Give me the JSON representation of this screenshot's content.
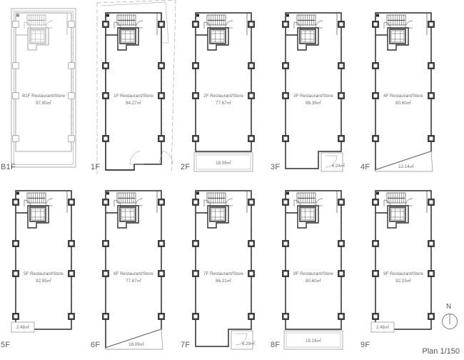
{
  "sheet": {
    "scale_label": "Plan 1/150",
    "north_label": "N",
    "unit": "㎡",
    "usage": "Restaurant/Store",
    "ink": "#8c8c8c",
    "ink_dark": "#2b2b2b",
    "text_color": "#6b6b6b"
  },
  "floors": [
    {
      "id": "b1f",
      "tag": "B1F",
      "label": "B1F Restaurant/Store",
      "area": "97.80㎡",
      "style": "light",
      "balcony": null,
      "shape": "rect",
      "notes": "basement, thin double-line walls, no balcony"
    },
    {
      "id": "1f",
      "tag": "1F",
      "label": "1F Restaurant/Store",
      "area": "84.27㎡",
      "style": "bold-site",
      "balcony": null,
      "shape": "entrance",
      "notes": "ground floor with site boundary dashed lines and entrance doors"
    },
    {
      "id": "2f",
      "tag": "2F",
      "label": "2F Restaurant/Store",
      "area": "77.67㎡",
      "style": "typical",
      "balcony": {
        "area": "18.09㎡",
        "kind": "full"
      },
      "shape": "rect"
    },
    {
      "id": "3f",
      "tag": "3F",
      "label": "3F Restaurant/Store",
      "area": "86.39㎡",
      "style": "typical",
      "balcony": {
        "area": "6.24㎡",
        "kind": "right-small"
      },
      "shape": "notch"
    },
    {
      "id": "4f",
      "tag": "4F",
      "label": "4F Restaurant/Store",
      "area": "80.60㎡",
      "style": "typical",
      "balcony": {
        "area": "12.14㎡",
        "kind": "diagonal"
      },
      "shape": "diagonal"
    },
    {
      "id": "5f",
      "tag": "5F",
      "label": "5F Restaurant/Store",
      "area": "92.95㎡",
      "style": "typical",
      "balcony": {
        "area": "2.48㎡",
        "kind": "left-tiny"
      },
      "shape": "rect"
    },
    {
      "id": "6f",
      "tag": "6F",
      "label": "6F Restaurant/Store",
      "area": "77.67㎡",
      "style": "typical",
      "balcony": {
        "area": "18.09㎡",
        "kind": "diagonal"
      },
      "shape": "diagonal"
    },
    {
      "id": "7f",
      "tag": "7F",
      "label": "7F Restaurant/Store",
      "area": "86.21㎡",
      "style": "typical",
      "balcony": {
        "area": "6.29㎡",
        "kind": "right-small"
      },
      "shape": "notch"
    },
    {
      "id": "8f",
      "tag": "8F",
      "label": "8F Restaurant/Store",
      "area": "80.60㎡",
      "style": "typical",
      "balcony": {
        "area": "15.16㎡",
        "kind": "full"
      },
      "shape": "rect"
    },
    {
      "id": "9f",
      "tag": "9F",
      "label": "9F Restaurant/Store",
      "area": "92.23㎡",
      "style": "typical",
      "balcony": {
        "area": "2.48㎡",
        "kind": "left-tiny"
      },
      "shape": "rect"
    }
  ]
}
